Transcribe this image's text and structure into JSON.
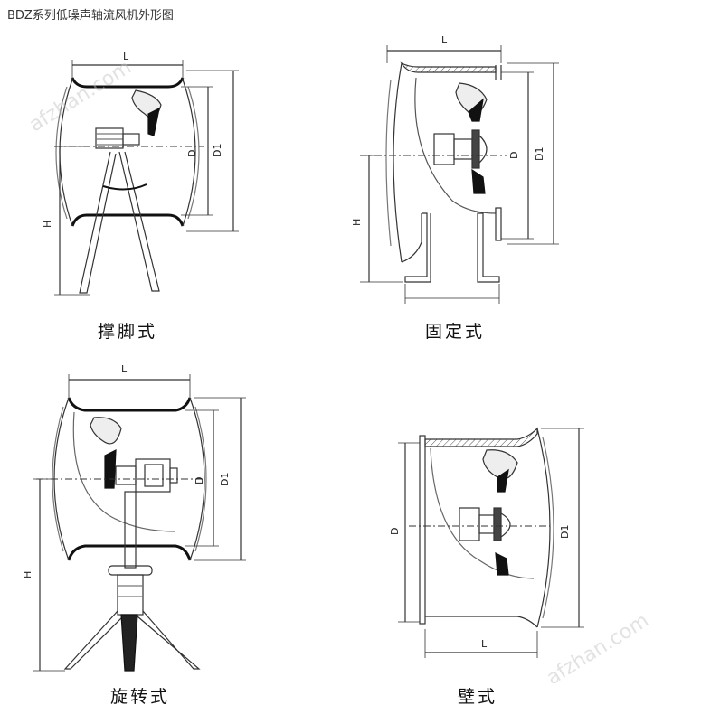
{
  "page": {
    "title": "BDZ系列低噪声轴流风机外形图"
  },
  "watermark": "afzhan.com",
  "dimension_labels": {
    "length": "L",
    "diameter": "D",
    "outer_diameter": "D1",
    "height": "H"
  },
  "variants": [
    {
      "id": "brace-leg",
      "caption": "撑脚式"
    },
    {
      "id": "fixed",
      "caption": "固定式"
    },
    {
      "id": "swivel",
      "caption": "旋转式"
    },
    {
      "id": "wall",
      "caption": "壁式"
    }
  ]
}
